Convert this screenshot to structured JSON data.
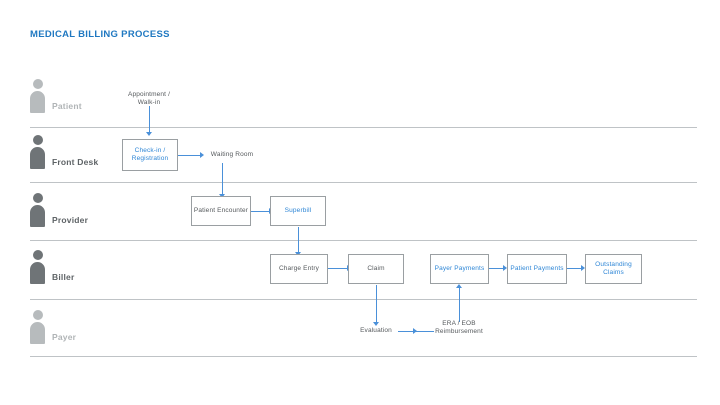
{
  "page": {
    "title": "MEDICAL BILLING PROCESS",
    "accent_blue": "#2e86d6",
    "title_blue": "#1f78c1",
    "node_gray": "#55595c",
    "divider_gray": "#bfc3c6",
    "actor_dark": "#6f7477",
    "actor_light": "#b7bbbd"
  },
  "lanes": [
    {
      "id": "patient",
      "label": "Patient",
      "tone": "light"
    },
    {
      "id": "front-desk",
      "label": "Front Desk",
      "tone": "dark"
    },
    {
      "id": "provider",
      "label": "Provider",
      "tone": "dark"
    },
    {
      "id": "biller",
      "label": "Biller",
      "tone": "dark"
    },
    {
      "id": "payer",
      "label": "Payer",
      "tone": "light"
    }
  ],
  "nodes": [
    {
      "id": "appointment",
      "lane": "patient",
      "label": "Appointment /\nWalk-in",
      "style": "plain",
      "text": "gray"
    },
    {
      "id": "checkin",
      "lane": "front-desk",
      "label": "Check-in /\nRegistration",
      "style": "boxed",
      "text": "blue"
    },
    {
      "id": "waiting-room",
      "lane": "front-desk",
      "label": "Waiting Room",
      "style": "plain",
      "text": "gray"
    },
    {
      "id": "patient-encounter",
      "lane": "provider",
      "label": "Patient Encounter",
      "style": "boxed",
      "text": "gray"
    },
    {
      "id": "superbill",
      "lane": "provider",
      "label": "Superbill",
      "style": "boxed",
      "text": "blue"
    },
    {
      "id": "charge-entry",
      "lane": "biller",
      "label": "Charge Entry",
      "style": "boxed",
      "text": "gray"
    },
    {
      "id": "claim",
      "lane": "biller",
      "label": "Claim",
      "style": "boxed",
      "text": "gray"
    },
    {
      "id": "payer-payments",
      "lane": "biller",
      "label": "Payer Payments",
      "style": "boxed",
      "text": "blue"
    },
    {
      "id": "patient-payments",
      "lane": "biller",
      "label": "Patient Payments",
      "style": "boxed",
      "text": "blue"
    },
    {
      "id": "outstanding",
      "lane": "biller",
      "label": "Outstanding\nClaims",
      "style": "boxed",
      "text": "blue"
    },
    {
      "id": "evaluation",
      "lane": "payer",
      "label": "Evaluation",
      "style": "plain",
      "text": "gray"
    },
    {
      "id": "era-eob",
      "lane": "payer",
      "label": "ERA / EOB\nReimbursement",
      "style": "plain",
      "text": "gray"
    }
  ],
  "connections": [
    {
      "from": "appointment",
      "to": "checkin",
      "direction": "down"
    },
    {
      "from": "checkin",
      "to": "waiting-room",
      "direction": "right"
    },
    {
      "from": "waiting-room",
      "to": "patient-encounter",
      "direction": "down"
    },
    {
      "from": "patient-encounter",
      "to": "superbill",
      "direction": "right"
    },
    {
      "from": "superbill",
      "to": "charge-entry",
      "direction": "down"
    },
    {
      "from": "charge-entry",
      "to": "claim",
      "direction": "right"
    },
    {
      "from": "claim",
      "to": "evaluation",
      "direction": "down"
    },
    {
      "from": "evaluation",
      "to": "era-eob",
      "direction": "right"
    },
    {
      "from": "era-eob",
      "to": "payer-payments",
      "direction": "up"
    },
    {
      "from": "payer-payments",
      "to": "patient-payments",
      "direction": "right"
    },
    {
      "from": "patient-payments",
      "to": "outstanding",
      "direction": "right"
    }
  ]
}
